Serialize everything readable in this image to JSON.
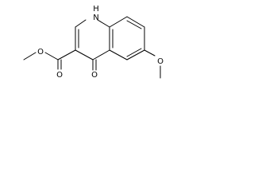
{
  "molecule": {
    "atoms": {
      "nh_h": "H",
      "nh_n": "N",
      "oxo_o": "O",
      "ester_carbonyl_o": "O",
      "ester_ether_o": "O",
      "methoxy_o": "O"
    }
  },
  "colors": {
    "ink": "#000000",
    "background": "#ffffff"
  }
}
